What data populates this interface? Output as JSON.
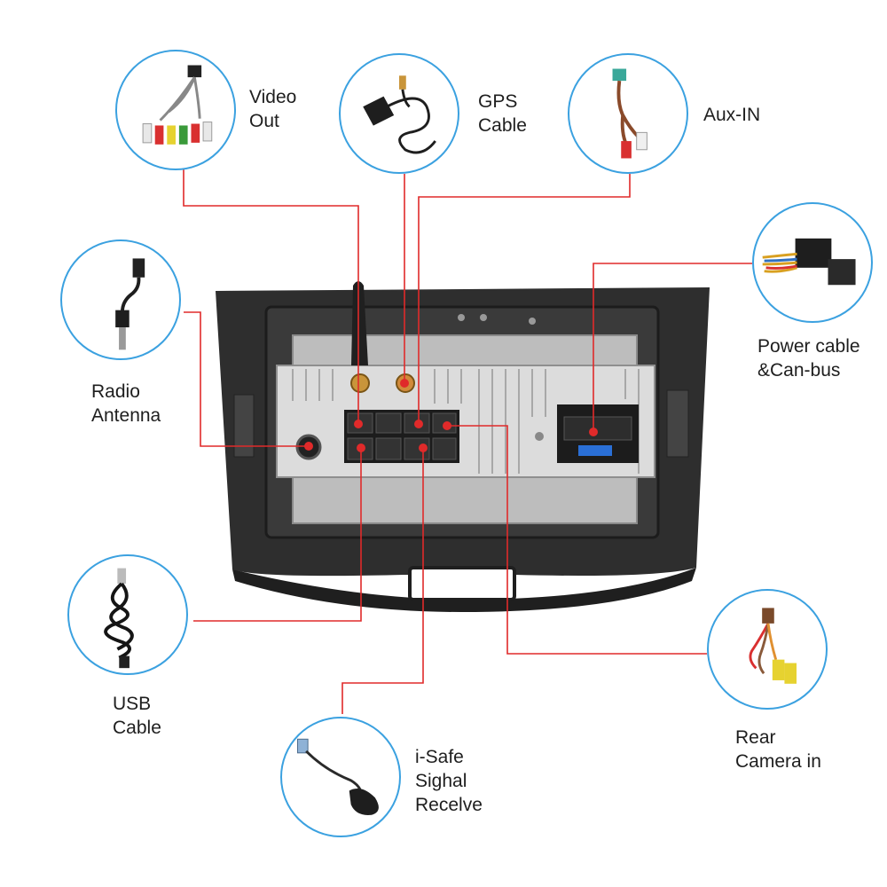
{
  "labels": {
    "video_out": "Video\nOut",
    "gps_cable": "GPS\nCable",
    "aux_in": "Aux-IN",
    "power_cable": "Power cable\n&Can-bus",
    "radio_antenna": "Radio\nAntenna",
    "usb_cable": "USB\nCable",
    "isafe_signal": "i-Safe\nSighal\nRecelve",
    "rear_camera": "Rear\nCamera in"
  },
  "colors": {
    "circle_border": "#3ba1e0",
    "connector_line": "#e02a2a",
    "connector_dot": "#e02a2a",
    "frame": "#2b2b2b",
    "chassis": "#c9c9c9"
  },
  "icons": [
    "video-out-harness-icon",
    "gps-antenna-icon",
    "aux-cable-icon",
    "power-canbus-harness-icon",
    "radio-antenna-cable-icon",
    "usb-cable-icon",
    "isafe-sensor-icon",
    "rear-camera-cable-icon"
  ]
}
